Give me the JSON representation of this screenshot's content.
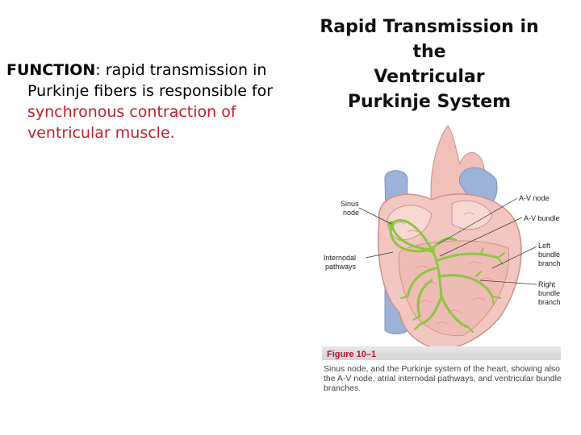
{
  "body": {
    "function_label": "FUNCTION",
    "line1_rest": ": rapid transmission in",
    "line2": "Purkinje fibers is responsible for",
    "line3": "synchronous contraction of",
    "line4": "ventricular muscle."
  },
  "title": {
    "line1": "Rapid Transmission in the",
    "line2": "Ventricular",
    "line3": "Purkinje System"
  },
  "figure": {
    "labels": {
      "sinus_node_1": "Sinus",
      "sinus_node_2": "node",
      "internodal_1": "Internodal",
      "internodal_2": "pathways",
      "av_node": "A-V node",
      "av_bundle": "A-V bundle",
      "left_bundle_1": "Left",
      "left_bundle_2": "bundle",
      "left_bundle_3": "branch",
      "right_bundle_1": "Right",
      "right_bundle_2": "bundle",
      "right_bundle_3": "branch"
    },
    "number": "Figure 10–1",
    "caption_line1": "Sinus node, and the Purkinje system of the heart, showing also",
    "caption_line2": "the A-V node, atrial internodal pathways, and ventricular bundle",
    "caption_line3": "branches.",
    "colors": {
      "heart_fill": "#f2c7c1",
      "heart_dark": "#d98d86",
      "vessel_blue": "#9db2d8",
      "purkinje_green": "#8cc63f"
    }
  }
}
